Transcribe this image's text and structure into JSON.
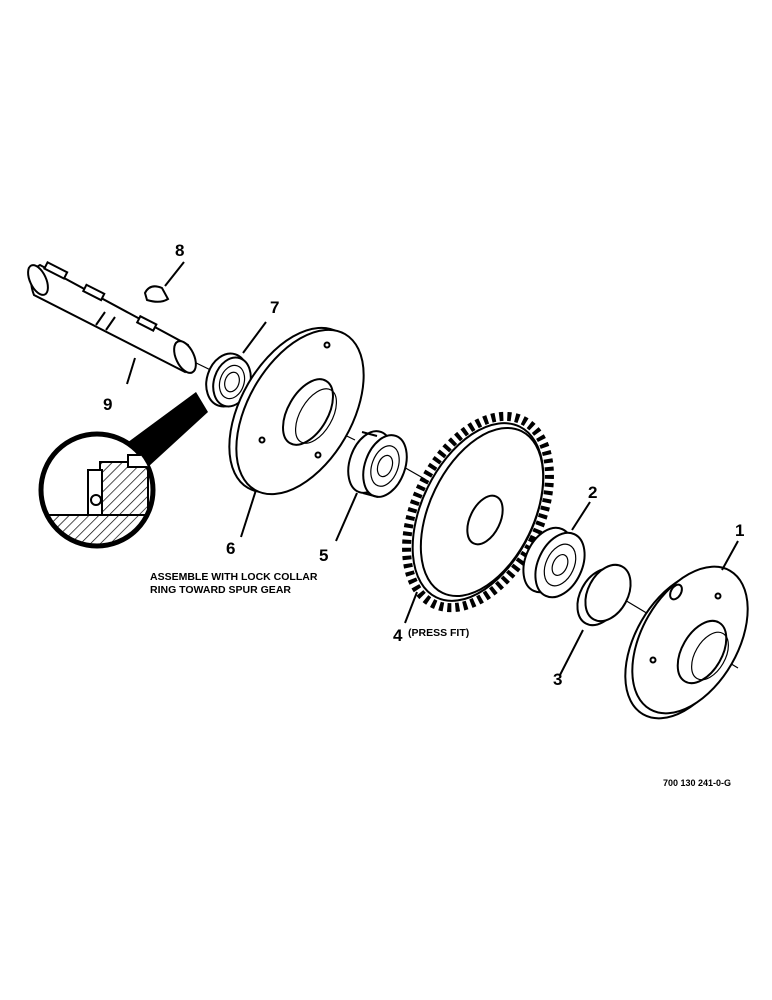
{
  "callouts": {
    "c1": "1",
    "c2": "2",
    "c3": "3",
    "c4": "4",
    "c5": "5",
    "c6": "6",
    "c7": "7",
    "c8": "8",
    "c9": "9"
  },
  "notes": {
    "press_fit": "(PRESS FIT)",
    "assemble_line1": "ASSEMBLE WITH LOCK COLLAR",
    "assemble_line2": "RING TOWARD SPUR GEAR"
  },
  "drawing_number": "700 130 241-0-G"
}
